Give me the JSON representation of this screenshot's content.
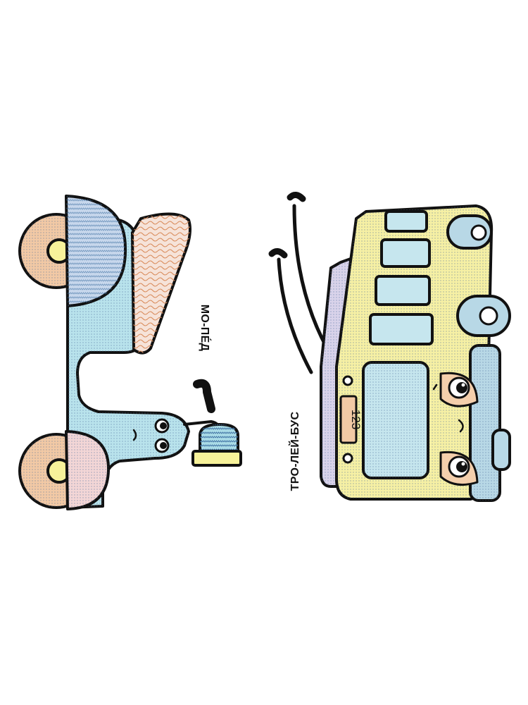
{
  "page": {
    "background": "#ffffff"
  },
  "moped": {
    "caption": "МО-ПЕ́Д",
    "colors": {
      "body": "#b9e3ec",
      "wheel": "#f2c9a5",
      "hub": "#f7f29a",
      "seat": "#f6e3d9",
      "lamp": "#a9dbe6",
      "outline": "#111111"
    }
  },
  "trolleybus": {
    "caption": "ТРО-ЛЕЙ-БУС",
    "plate_number": "123",
    "colors": {
      "body": "#f6f0a4",
      "window": "#c6e6ee",
      "roof": "#d9d3ea",
      "wheel": "#b8d8e6",
      "eye_patch": "#f4cfac",
      "outline": "#111111"
    }
  }
}
